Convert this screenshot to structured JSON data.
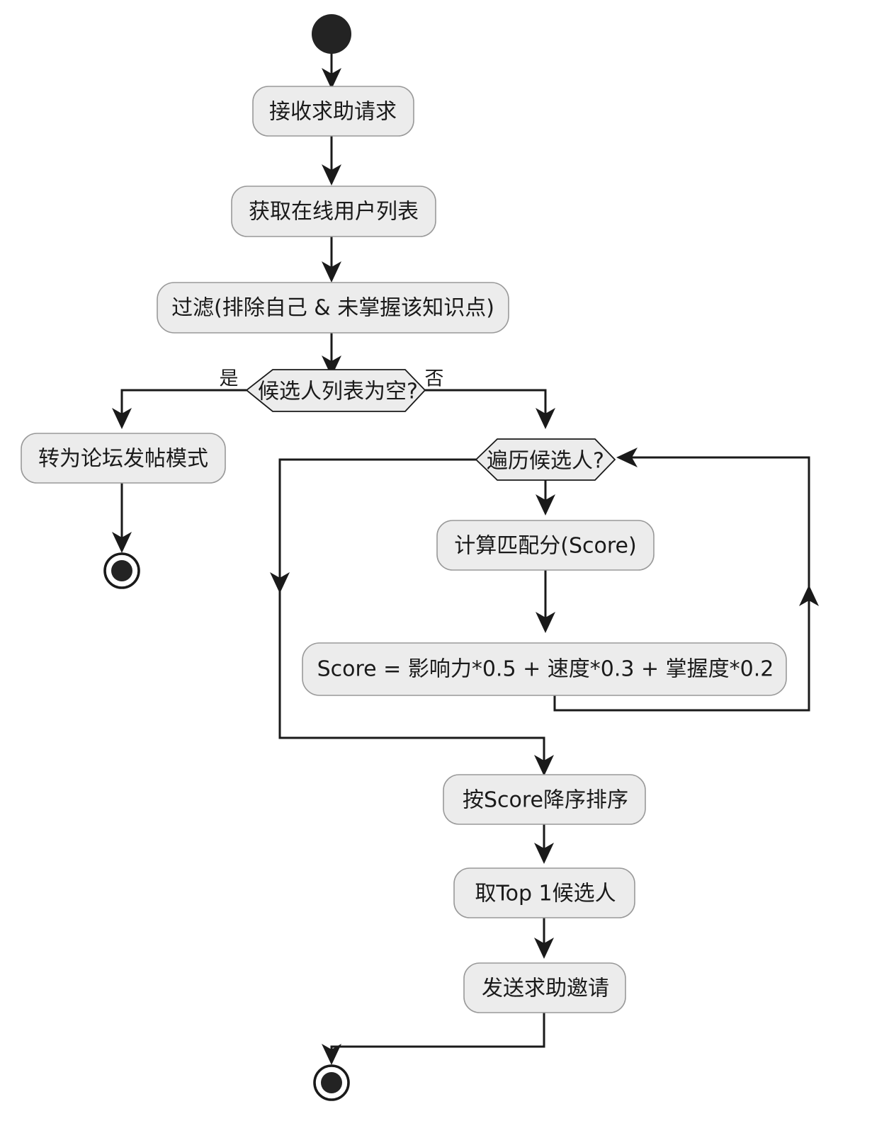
{
  "diagram": {
    "type": "activity-flowchart",
    "title": "",
    "background_color": "#ffffff",
    "node_fill_color": "#ececec",
    "node_border_color": "#999999",
    "edge_color": "#1a1a1a",
    "terminator_color": "#232323"
  },
  "nodes": {
    "start": {
      "kind": "start-terminator",
      "label": ""
    },
    "receive_request": {
      "kind": "action",
      "label": "接收求助请求"
    },
    "get_online_users": {
      "kind": "action",
      "label": "获取在线用户列表"
    },
    "filter": {
      "kind": "action",
      "label": "过滤(排除自己 & 未掌握该知识点)"
    },
    "candidate_empty": {
      "kind": "decision",
      "label": "候选人列表为空?"
    },
    "forum_mode": {
      "kind": "action",
      "label": "转为论坛发帖模式"
    },
    "end_forum": {
      "kind": "end-terminator",
      "label": ""
    },
    "iterate_candidates": {
      "kind": "decision",
      "label": "遍历候选人?"
    },
    "compute_score": {
      "kind": "action",
      "label": "计算匹配分(Score)"
    },
    "score_formula": {
      "kind": "action",
      "label": "Score = 影响力*0.5 + 速度*0.3 + 掌握度*0.2"
    },
    "sort_desc": {
      "kind": "action",
      "label": "按Score降序排序"
    },
    "take_top1": {
      "kind": "action",
      "label": "取Top 1候选人"
    },
    "send_invite": {
      "kind": "action",
      "label": "发送求助邀请"
    },
    "end_main": {
      "kind": "end-terminator",
      "label": ""
    }
  },
  "edge_labels": {
    "yes": "是",
    "no": "否"
  },
  "edges": [
    {
      "from": "start",
      "to": "receive_request",
      "label": ""
    },
    {
      "from": "receive_request",
      "to": "get_online_users",
      "label": ""
    },
    {
      "from": "get_online_users",
      "to": "filter",
      "label": ""
    },
    {
      "from": "filter",
      "to": "candidate_empty",
      "label": ""
    },
    {
      "from": "candidate_empty",
      "to": "forum_mode",
      "label": "是"
    },
    {
      "from": "candidate_empty",
      "to": "iterate_candidates",
      "label": "否"
    },
    {
      "from": "forum_mode",
      "to": "end_forum",
      "label": ""
    },
    {
      "from": "iterate_candidates",
      "to": "compute_score",
      "label": ""
    },
    {
      "from": "iterate_candidates",
      "to": "sort_desc",
      "label": ""
    },
    {
      "from": "compute_score",
      "to": "score_formula",
      "label": ""
    },
    {
      "from": "score_formula",
      "to": "iterate_candidates",
      "label": ""
    },
    {
      "from": "sort_desc",
      "to": "take_top1",
      "label": ""
    },
    {
      "from": "take_top1",
      "to": "send_invite",
      "label": ""
    },
    {
      "from": "send_invite",
      "to": "end_main",
      "label": ""
    }
  ]
}
